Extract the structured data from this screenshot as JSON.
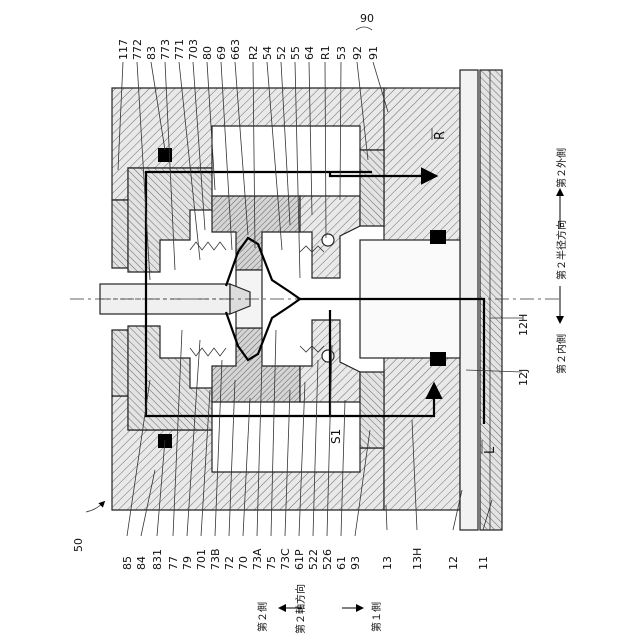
{
  "figure": {
    "top_labels": [
      "117",
      "772",
      "83",
      "773",
      "771",
      "703",
      "80",
      "69",
      "663",
      "R2",
      "54",
      "52",
      "55",
      "64",
      "R1",
      "53",
      "92",
      "91"
    ],
    "group_label_90": "90",
    "bottom_labels": [
      "85",
      "84",
      "831",
      "77",
      "79",
      "701",
      "73B",
      "72",
      "70",
      "73A",
      "75",
      "73C",
      "61P",
      "522",
      "526",
      "61",
      "93",
      "13",
      "13H",
      "12",
      "11"
    ],
    "assembly_label": "50",
    "region_R": "R",
    "region_L": "L",
    "region_S1": "S1",
    "label_12H": "12H",
    "label_12J": "12J",
    "radial_outer": "第２外側",
    "radial_axis": "第２半径方向",
    "radial_inner": "第２内側",
    "axial_side2": "第２側",
    "axial_axis": "第２軸方向",
    "axial_side1": "第１側"
  },
  "colors": {
    "hatch": "#bdbdbd",
    "hatch_dark": "#8f8f8f",
    "outline": "#222222",
    "flow": "#000000"
  }
}
